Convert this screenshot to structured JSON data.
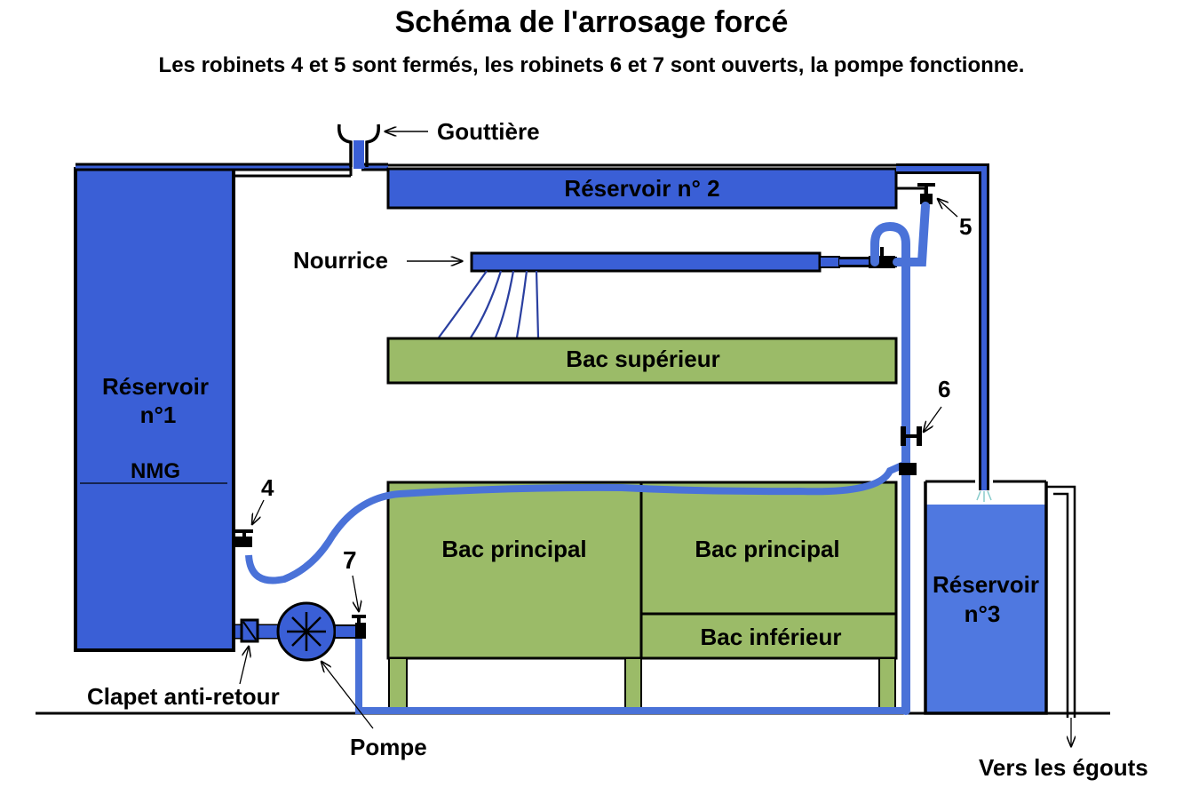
{
  "title": "Schéma de l'arrosage forcé",
  "subtitle": "Les robinets 4 et 5 sont fermés, les robinets 6 et 7 sont ouverts, la pompe fonctionne.",
  "colors": {
    "water": "#3a5fd6",
    "pipe": "#4a72d8",
    "tray": "#9bbb68",
    "outline": "#000000"
  },
  "labels": {
    "gutter": "Gouttière",
    "tank2": "Réservoir n° 2",
    "feeder": "Nourrice",
    "top_tray": "Bac supérieur",
    "main_tray_left": "Bac principal",
    "main_tray_right": "Bac principal",
    "lower_tray": "Bac inférieur",
    "tank1_line1": "Réservoir",
    "tank1_line2": "n°1",
    "tank1_level": "NMG",
    "tank3_line1": "Réservoir",
    "tank3_line2": "n°3",
    "valve4": "4",
    "valve5": "5",
    "valve6": "6",
    "valve7": "7",
    "check_valve": "Clapet anti-retour",
    "pump": "Pompe",
    "drain": "Vers les égouts"
  }
}
